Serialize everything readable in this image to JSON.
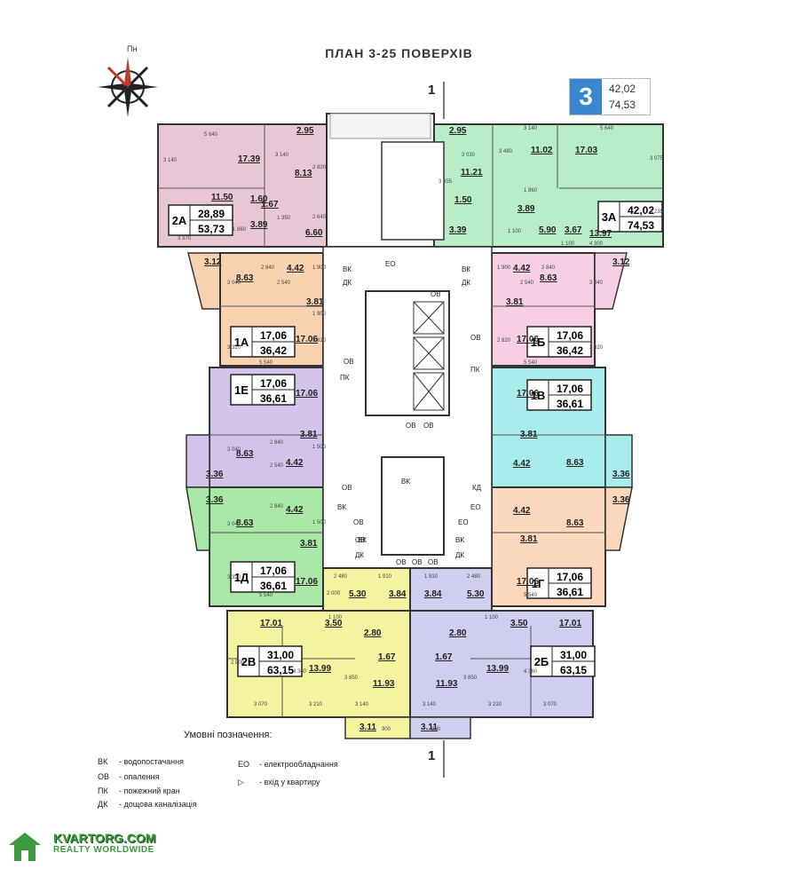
{
  "title": "ПЛАН 3-25 ПОВЕРХІВ",
  "compass_label": "Пн",
  "section_mark": "1",
  "badge": {
    "number": "3",
    "area_living": "42,02",
    "area_total": "74,53"
  },
  "apartments": [
    {
      "id": "2А",
      "living": "28,89",
      "total": "53,73",
      "color": "#e9c6d6"
    },
    {
      "id": "3А",
      "living": "42,02",
      "total": "74,53",
      "color": "#b8edc8"
    },
    {
      "id": "1А",
      "living": "17,06",
      "total": "36,42",
      "color": "#f9d2b1"
    },
    {
      "id": "1Б",
      "living": "17,06",
      "total": "36,42",
      "color": "#f6cfe5"
    },
    {
      "id": "1Е",
      "living": "17,06",
      "total": "36,61",
      "color": "#d3c2ea"
    },
    {
      "id": "1В",
      "living": "17,06",
      "total": "36,61",
      "color": "#a8ecec"
    },
    {
      "id": "1Д",
      "living": "17,06",
      "total": "36,61",
      "color": "#a9e8a7"
    },
    {
      "id": "1Г",
      "living": "17,06",
      "total": "36,61",
      "color": "#fbd7bd"
    },
    {
      "id": "2В",
      "living": "31,00",
      "total": "63,15",
      "color": "#f4f3a0"
    },
    {
      "id": "2Б",
      "living": "31,00",
      "total": "63,15",
      "color": "#cfcdf0"
    }
  ],
  "room_areas": [
    "17.39",
    "2.95",
    "8.13",
    "11.50",
    "1.60",
    "1.67",
    "3.89",
    "6.60",
    "2.95",
    "11.21",
    "1.50",
    "3.39",
    "11.02",
    "17.03",
    "3.89",
    "5.90",
    "3.67",
    "13.97",
    "3.12",
    "4.42",
    "8.63",
    "3.81",
    "17.06",
    "4.42",
    "8.63",
    "3.81",
    "17.06",
    "3.12",
    "17.06",
    "3.81",
    "8.63",
    "4.42",
    "3.36",
    "17.06",
    "3.81",
    "4.42",
    "8.63",
    "3.36",
    "3.36",
    "4.42",
    "8.63",
    "3.81",
    "17.06",
    "4.42",
    "8.63",
    "3.81",
    "17.06",
    "3.36",
    "5.30",
    "3.84",
    "3.84",
    "5.30",
    "17.01",
    "3.50",
    "2.80",
    "1.67",
    "13.99",
    "11.93",
    "2.80",
    "1.67",
    "11.93",
    "13.99",
    "3.50",
    "17.01",
    "3.11",
    "3.11"
  ],
  "dims": [
    "5 640",
    "3 140",
    "3 140",
    "2 820",
    "3 370",
    "1 860",
    "1 350",
    "2 640",
    "3 030",
    "3 655",
    "3 140",
    "5 640",
    "3 480",
    "1 860",
    "3 075",
    "3 235",
    "4 300",
    "1 100",
    "1 100",
    "2 840",
    "3 040",
    "2 540",
    "1 900",
    "1 900",
    "3 320",
    "2 820",
    "5 540",
    "5 540",
    "2 840",
    "3 040",
    "2 540",
    "1 900",
    "3 320",
    "2 820",
    "1 500",
    "2 540",
    "3 040",
    "2 840",
    "1 500",
    "3 040",
    "2 840",
    "3 320",
    "5 540",
    "5 540",
    "2 480",
    "1 910",
    "1 910",
    "2 480",
    "2 000",
    "3 070",
    "3 210",
    "3 140",
    "3 140",
    "3 210",
    "3 070",
    "4 360",
    "4 360",
    "3 850",
    "3 850",
    "1 100",
    "1 100",
    "2 800",
    "900",
    "900"
  ],
  "core_labels": [
    "ВК",
    "ДК",
    "ЕО",
    "ВК",
    "ДК",
    "ОВ",
    "ОВ",
    "ОВ",
    "ПК",
    "ПК",
    "ОВ",
    "ОВ",
    "ОВ",
    "ВК",
    "КД",
    "ВК",
    "ОВ",
    "ЕО",
    "ЕО",
    "ОВ",
    "ВК",
    "ВК",
    "ДК",
    "ДК",
    "ОВ",
    "ОВ",
    "ОВ"
  ],
  "legend": {
    "title": "Умовні позначення:",
    "items": [
      {
        "code": "ВК",
        "text": "- водопостачання"
      },
      {
        "code": "ОВ",
        "text": "- опалення"
      },
      {
        "code": "ПК",
        "text": "- пожежний кран"
      },
      {
        "code": "ДК",
        "text": "- дощова каналізація"
      },
      {
        "code": "ЕО",
        "text": "- електрообладнання"
      },
      {
        "code": "",
        "text": "- вхід у квартиру"
      }
    ]
  },
  "watermark": {
    "line1": "KVARTORG.COM",
    "line2": "REALTY WORLDWIDE"
  }
}
